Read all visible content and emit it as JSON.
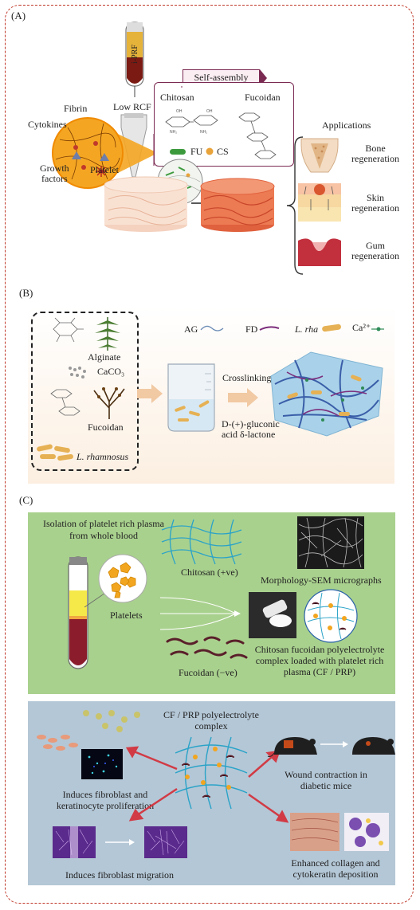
{
  "panel_a": {
    "label": "(A)",
    "tube_label": "i-PRF",
    "fibrin": "Fibrin",
    "cytokines": "Cytokines",
    "growth_factors": "Growth\nfactors",
    "platelet": "Platelet",
    "low_rcf": "Low RCF",
    "self_assembly": "Self-assembly",
    "chitosan": "Chitosan",
    "fucoidan": "Fucoidan",
    "legend_fu": "FU",
    "legend_cs": "CS",
    "applications": "Applications",
    "bone": "Bone\nregeneration",
    "skin": "Skin\nregeneration",
    "gum": "Gum\nregeneration",
    "colors": {
      "fu": "#3c9a3c",
      "cs": "#e8a33a",
      "border": "#7b2a52",
      "blood": "#7a1a12"
    }
  },
  "panel_b": {
    "label": "(B)",
    "alginate": "Alginate",
    "caco3": "CaCO₃",
    "fucoidan": "Fucoidan",
    "l_rhamnosus": "L. rhamnosus",
    "legend_ag": "AG",
    "legend_fd": "FD",
    "legend_lrha": "L. rha",
    "legend_ca": "Ca²⁺",
    "crosslinking": "Crosslinking",
    "gluconic": "D-(+)-gluconic\nacid δ-lactone"
  },
  "panel_c": {
    "label": "(C)",
    "isolation": "Isolation of platelet rich plasma\nfrom whole blood",
    "platelets": "Platelets",
    "chitosan": "Chitosan (+ve)",
    "fucoidan": "Fucoidan (−ve)",
    "morphology": "Morphology-SEM micrographs",
    "complex": "Chitosan fucoidan polyelectrolyte\ncomplex loaded with platelet rich\nplasma (CF / PRP)",
    "cf_prp": "CF / PRP polyelectrolyte\ncomplex",
    "fibroblast_prolif": "Induces fibroblast and\nkeratinocyte proliferation",
    "wound": "Wound contraction in\ndiabetic mice",
    "migration": "Induces fibroblast migration",
    "collagen": "Enhanced collagen and\ncytokeratin deposition"
  }
}
